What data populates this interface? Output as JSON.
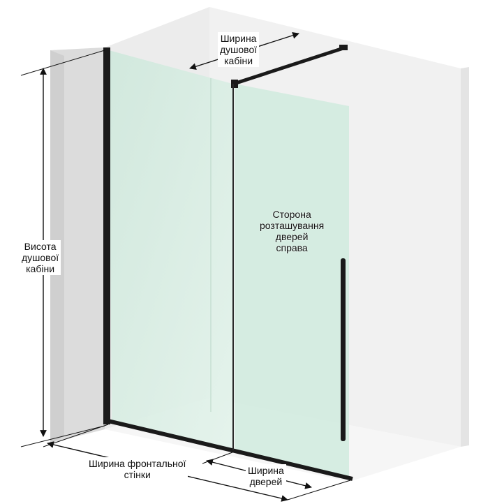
{
  "labels": {
    "cabin_width": [
      "Ширина",
      "душової",
      "кабіни"
    ],
    "cabin_height": [
      "Висота",
      "душової",
      "кабіни"
    ],
    "door_side": [
      "Сторона",
      "розташування",
      "дверей",
      "справа"
    ],
    "front_wall_width": [
      "Ширина фронтальної",
      "стінки"
    ],
    "door_width": [
      "Ширина",
      "дверей"
    ]
  },
  "colors": {
    "wall_back": "#ececec",
    "wall_right": "#f3f3f3",
    "wall_left": "#e2e2e2",
    "floor": "#f4f4f4",
    "glass": "#d6ede2",
    "frame": "#1a1a1a",
    "dimension_line": "#111111"
  }
}
